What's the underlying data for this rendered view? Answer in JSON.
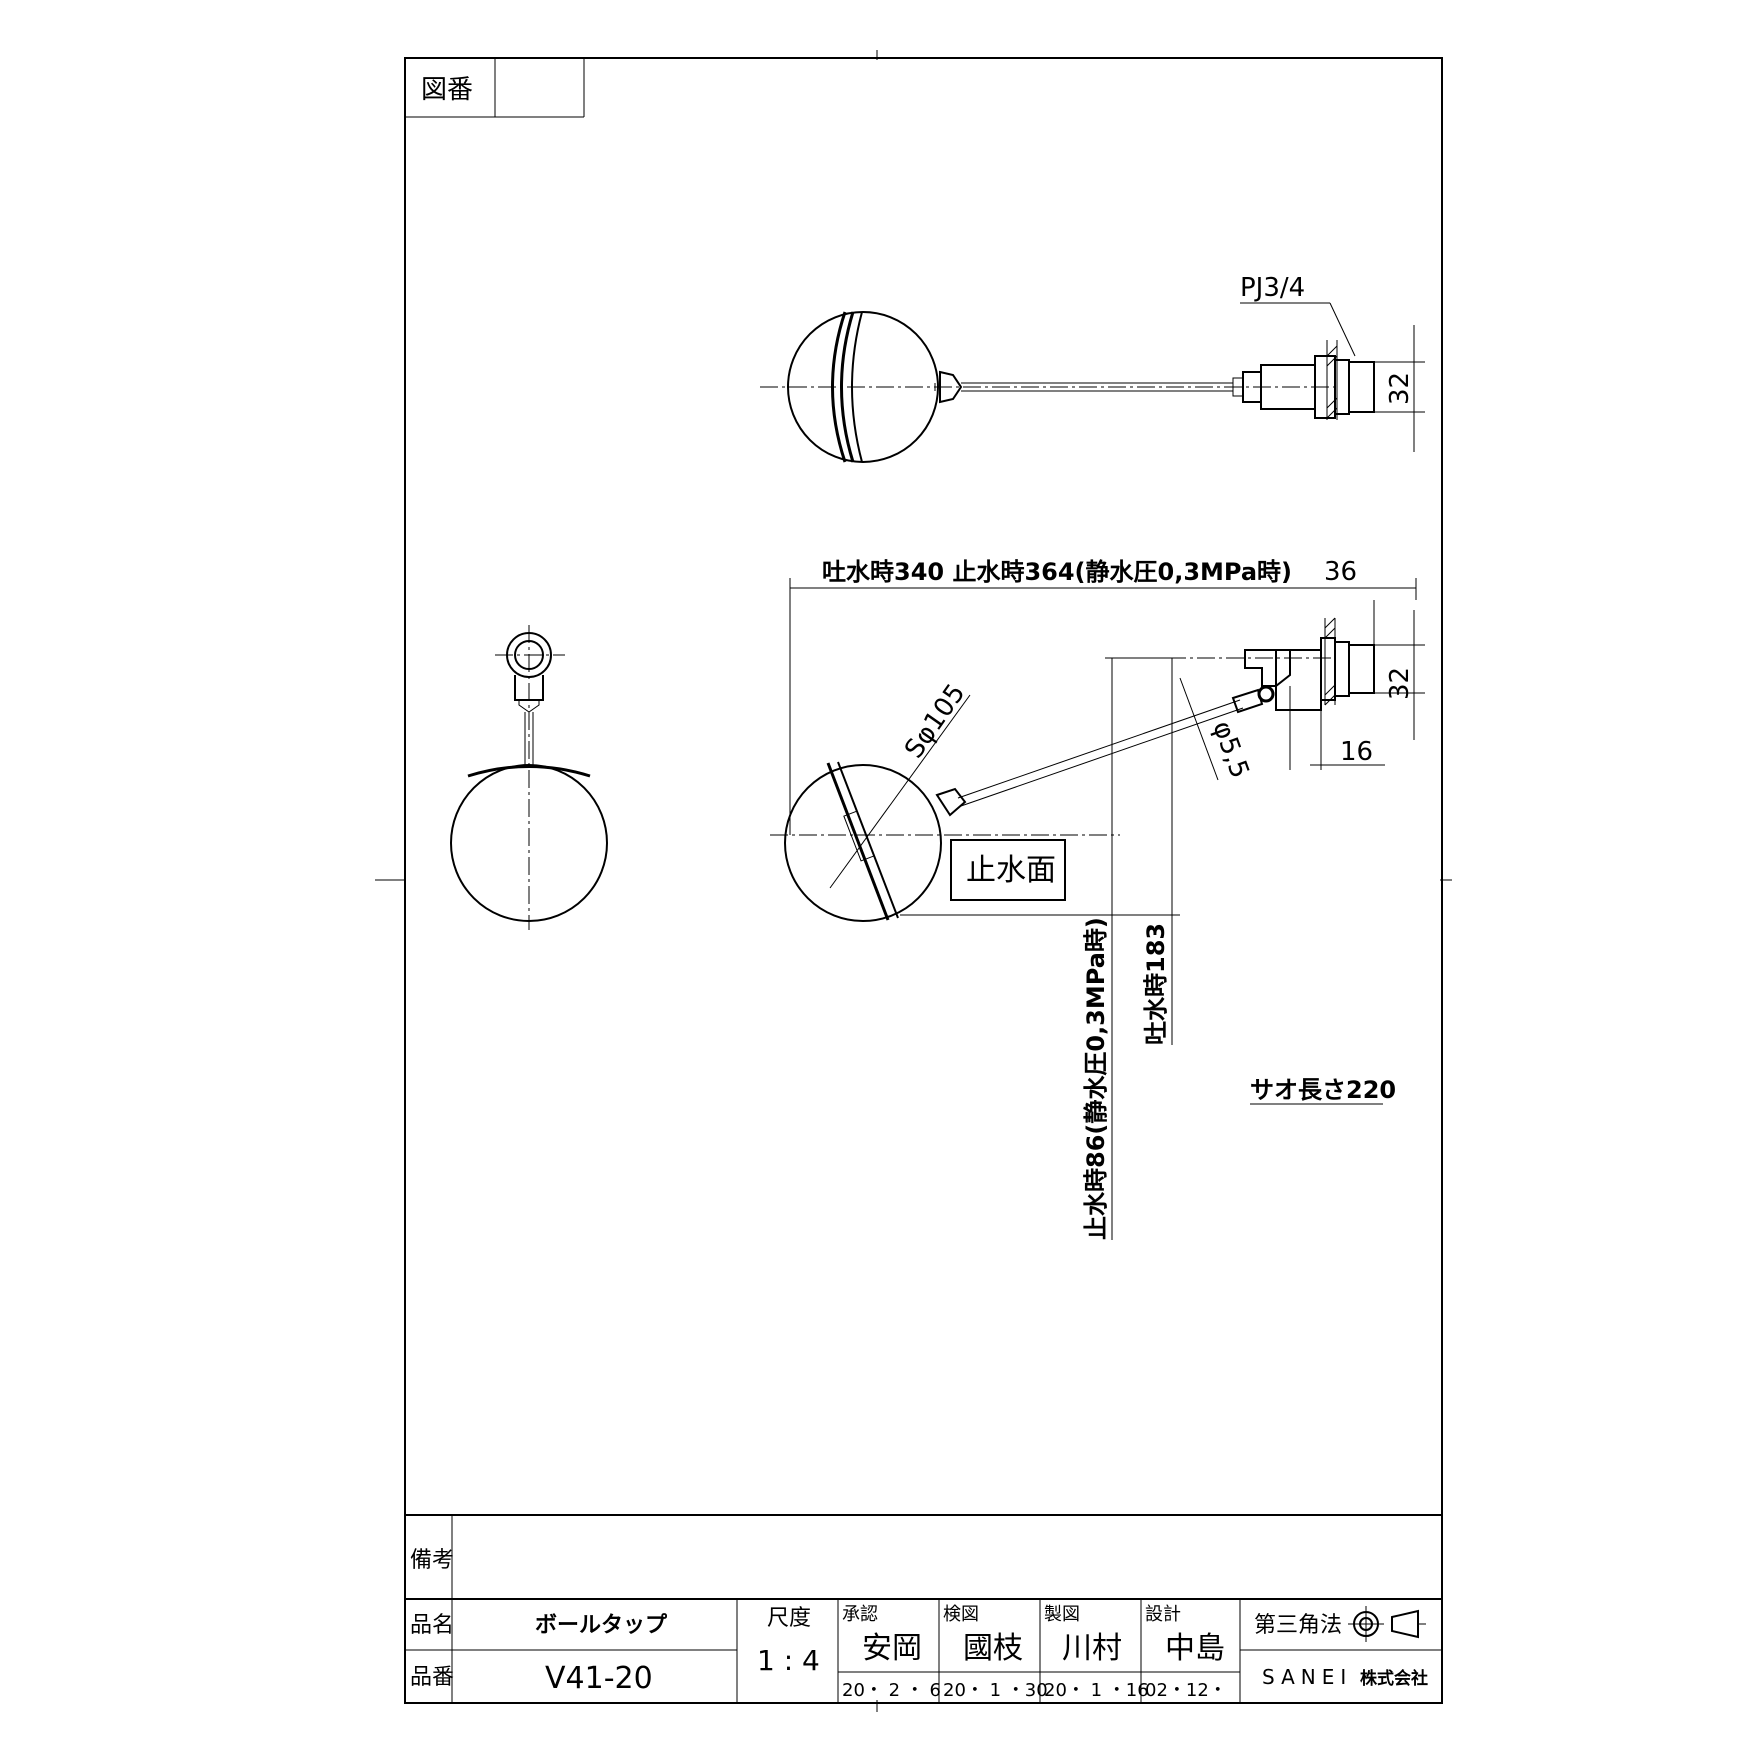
{
  "title_block": {
    "drawing_number_label": "図番",
    "drawing_number_value": "",
    "remarks_label": "備考",
    "product_name_label": "品名",
    "product_name": "ボールタップ",
    "product_number_label": "品番",
    "product_number": "V41-20",
    "scale_label": "尺度",
    "scale": "1 : 4",
    "approved_label": "承認",
    "approved_name": "安岡",
    "approved_date": "20・ 2 ・ 6",
    "checked_label": "検図",
    "checked_name": "國枝",
    "checked_date": "20・ 1 ・30",
    "drawn_label": "製図",
    "drawn_name": "川村",
    "drawn_date": "20・ 1 ・16",
    "design_label": "設計",
    "design_name": "中島",
    "design_date": "02・12・",
    "projection_label": "第三角法",
    "company": "SANEI",
    "company_suffix": "株式会社"
  },
  "dimensions": {
    "thread": "PJ3/4",
    "flange_top": "32",
    "length": "吐水時340  止水時364(静水圧0,3MPa時)",
    "nut_width": "36",
    "flange_side": "32",
    "offset": "16",
    "ball_diameter": "Sφ105",
    "rod_diameter": "φ5,5",
    "stop_level_label": "止水面",
    "drop_stop": "止水時86(静水圧0,3MPa時)",
    "drop_discharge": "吐水時183",
    "rod_length": "サオ長さ220"
  }
}
